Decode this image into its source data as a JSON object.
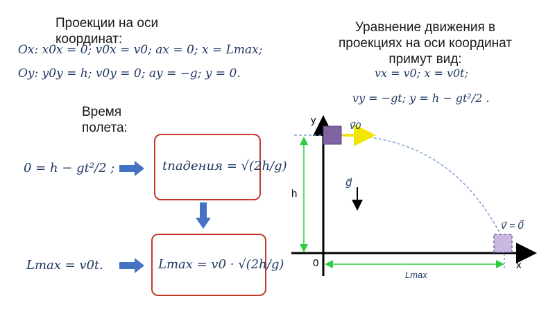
{
  "left": {
    "heading_projections": "Проекции на оси координат:",
    "ox_line": "Ox:  x0x = 0;  v0x = v0;  ax = 0;  x = Lmax;",
    "oy_line": "Oy:  y0y = h;  v0y = 0;  ay = −g;  y = 0.",
    "heading_time": "Время полета:",
    "eq_time": "0 = h − gt²/2 ;",
    "box_time": "tпадения = √(2h/g)",
    "eq_range": "Lmax = v0t.",
    "box_range": "Lmax = v0 · √(2h/g)"
  },
  "right": {
    "heading": "Уравнение движения в проекциях на оси координат примут вид:",
    "eq_x": "vx = v0;  x = v0t;",
    "eq_y": "vy = −gt;  y = h − gt²/2 ."
  },
  "diagram": {
    "axis_y": "y",
    "axis_x": "x",
    "origin": "0",
    "height_label": "h",
    "range_label": "Lmax",
    "v0_label": "v⃗0",
    "g_label": "g⃗",
    "v_end_label": "v⃗ = 0⃗"
  },
  "colors": {
    "arrow_blue": "#4472c4",
    "box_red": "#c0392b",
    "formula_blue": "#1f3864",
    "body_purple": "#8064a2",
    "dimension_green": "#2ecc40",
    "trajectory": "#7f9fcf",
    "velocity_yellow": "#f2e600"
  }
}
